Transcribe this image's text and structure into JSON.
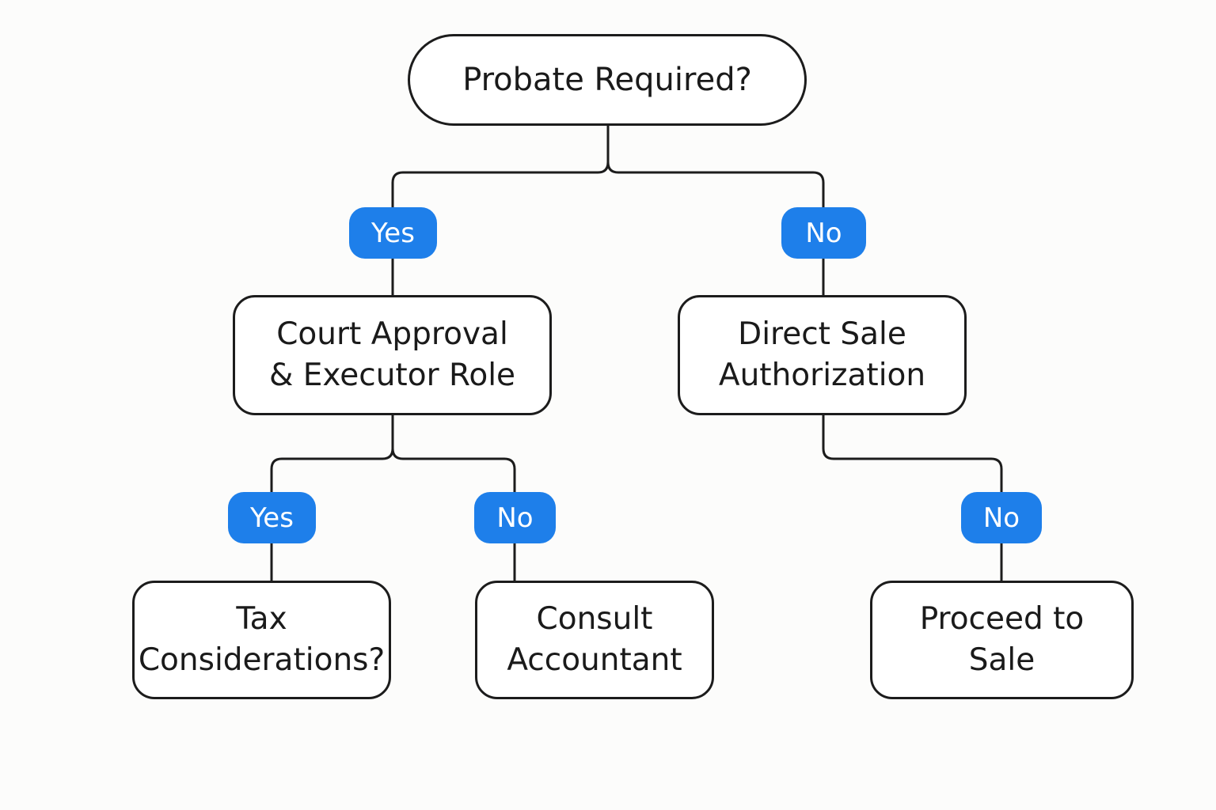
{
  "nodes": {
    "root": "Probate Required?",
    "court": "Court Approval\n& Executor Role",
    "direct": "Direct Sale\nAuthorization",
    "tax": "Tax\nConsiderations?",
    "consult": "Consult\nAccountant",
    "proceed": "Proceed to\nSale"
  },
  "branches": {
    "root_yes": "Yes",
    "root_no": "No",
    "court_yes": "Yes",
    "court_no": "No",
    "direct_no": "No"
  },
  "colors": {
    "branch_pill": "#1e7fea",
    "line": "#1c1c1c",
    "background": "#fcfcfb"
  }
}
